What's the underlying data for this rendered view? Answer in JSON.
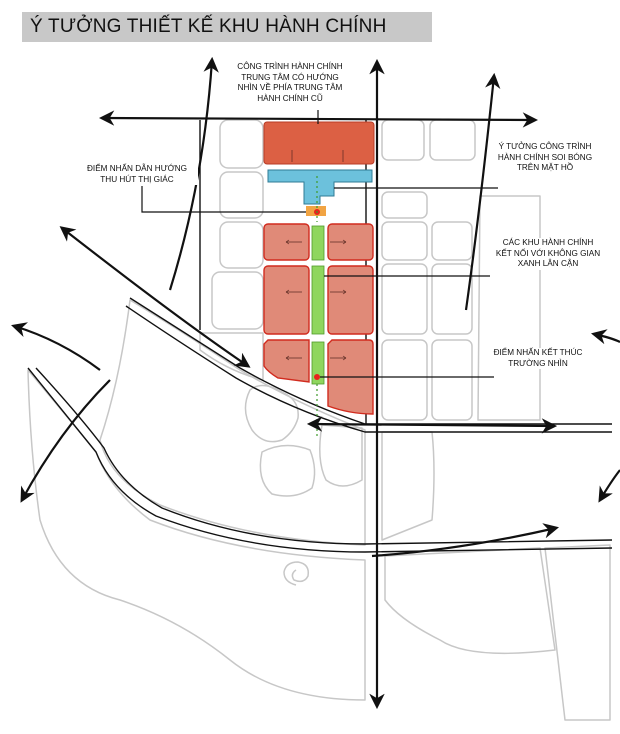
{
  "title": "Ý TƯỞNG THIẾT KẾ KHU HÀNH CHÍNH",
  "annotations": {
    "top_center": [
      "CÔNG TRÌNH HÀNH CHÍNH",
      "TRUNG TÂM CÓ HƯỚNG",
      "NHÌN VỀ PHÍA TRUNG TÂM",
      "HÀNH CHÍNH CŨ"
    ],
    "left_focal": [
      "ĐIỂM NHẤN DẪN HƯỚNG",
      "THU HÚT THỊ GIÁC"
    ],
    "right_lake": [
      "Ý TƯỞNG CÔNG TRÌNH",
      "HÀNH CHÍNH SOI BÓNG",
      "TRÊN MẶT HỒ"
    ],
    "right_green": [
      "CÁC KHU HÀNH CHÍNH",
      "KẾT NỐI VỚI KHÔNG GIAN",
      "XANH LÂN CẬN"
    ],
    "right_end": [
      "ĐIỂM NHẤN KẾT THÚC",
      "TRƯỜNG NHÌN"
    ]
  },
  "colors": {
    "admin_top": "#dc6044",
    "admin_blocks": "#e08a78",
    "reflection_building": "#6cc1dc",
    "green_axis": "#8fd65e",
    "focal_point": "#e8231c",
    "focal_block": "#f1a443",
    "block_outline": "#c7c7c7",
    "title_background": "#c8c8c8"
  }
}
